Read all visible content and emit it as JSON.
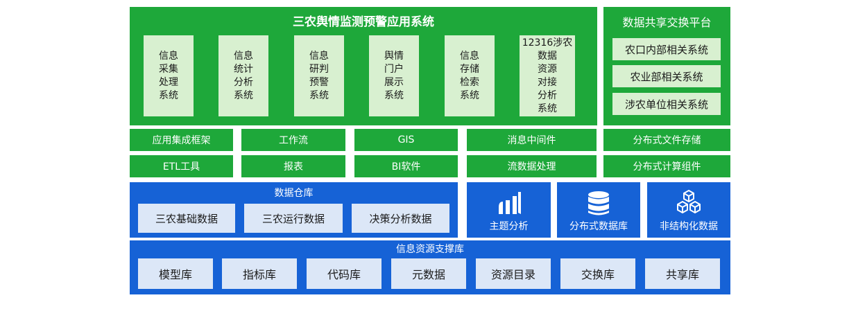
{
  "top": {
    "title": "三农舆情监测预警应用系统",
    "systems": [
      "信息\n采集\n处理\n系统",
      "信息\n统计\n分析\n系统",
      "信息\n研判\n预警\n系统",
      "舆情\n门户\n展示\n系统",
      "信息\n存储\n检索\n系统",
      "12316涉农\n数据\n资源\n对接\n分析\n系统"
    ]
  },
  "share": {
    "title": "数据共享交换平台",
    "items": [
      "农口内部相关系统",
      "农业部相关系统",
      "涉农单位相关系统"
    ]
  },
  "middleware": {
    "row1": [
      "应用集成框架",
      "工作流",
      "GIS",
      "消息中间件",
      "分布式文件存储"
    ],
    "row2": [
      "ETL工具",
      "报表",
      "BI软件",
      "流数据处理",
      "分布式计算组件"
    ]
  },
  "warehouse": {
    "title": "数据仓库",
    "items": [
      "三农基础数据",
      "三农运行数据",
      "决策分析数据"
    ]
  },
  "tiles": [
    {
      "label": "主题分析",
      "icon": "bar-chart-icon"
    },
    {
      "label": "分布式数据库",
      "icon": "database-icon"
    },
    {
      "label": "非结构化数据",
      "icon": "cubes-icon"
    }
  ],
  "resource": {
    "title": "信息资源支撑库",
    "items": [
      "模型库",
      "指标库",
      "代码库",
      "元数据",
      "资源目录",
      "交换库",
      "共享库"
    ]
  },
  "colors": {
    "green": "#1ea83a",
    "blue": "#1662d6",
    "light_green": "#d8f0d0",
    "light_blue": "#dce7f7"
  }
}
